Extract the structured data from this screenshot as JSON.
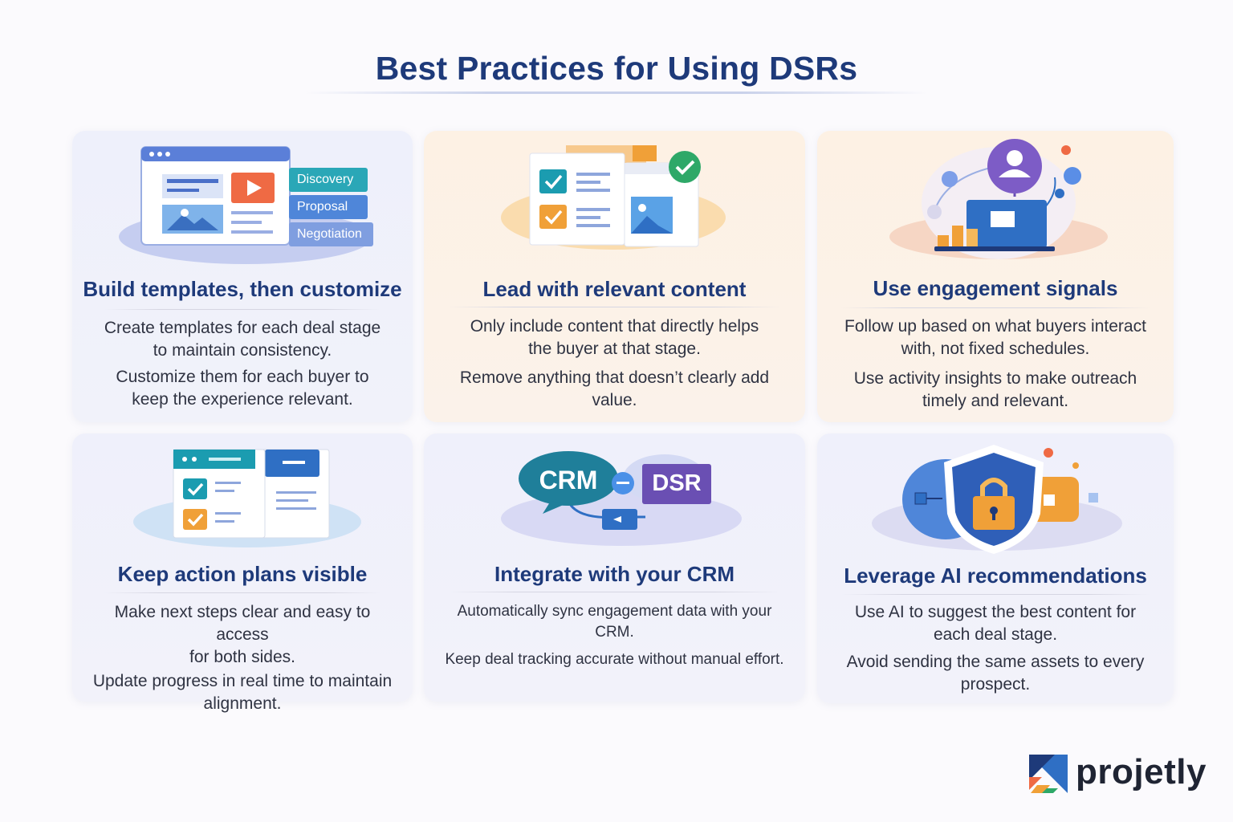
{
  "page": {
    "title": "Best Practices for Using DSRs"
  },
  "cards": [
    {
      "title": "Build templates, then customize",
      "illustration": "stage-template-window-icon",
      "stage_labels": [
        "Discovery",
        "Proposal",
        "Negotiation"
      ],
      "lines": [
        "Create templates for each deal stage",
        "to maintain consistency.",
        "Customize them for each buyer to",
        "keep the experience relevant."
      ]
    },
    {
      "title": "Lead with relevant content",
      "illustration": "checklist-documents-icon",
      "lines": [
        "Only include content that directly helps",
        "the buyer at that stage.",
        "Remove anything that doesn’t clearly add value."
      ]
    },
    {
      "title": "Use engagement signals",
      "illustration": "engagement-network-icon",
      "lines": [
        "Follow up based on what buyers interact",
        "with, not fixed schedules.",
        "Use activity insights to make outreach",
        "timely and relevant."
      ]
    },
    {
      "title": "Keep action plans visible",
      "illustration": "action-plan-checklist-icon",
      "lines": [
        "Make next steps clear and easy to access",
        "for both sides.",
        "Update progress in real time to maintain",
        "alignment."
      ]
    },
    {
      "title": "Integrate with your CRM",
      "illustration": "crm-dsr-sync-icon",
      "badges": [
        "CRM",
        "DSR"
      ],
      "lines": [
        "Automatically sync engagement data with your",
        "CRM.",
        "Keep deal tracking accurate without manual effort."
      ]
    },
    {
      "title": "Leverage AI recommendations",
      "illustration": "shield-lock-icon",
      "lines": [
        "Use AI to suggest the best content for",
        "each deal stage.",
        "Avoid sending the same assets to every",
        "prospect."
      ]
    }
  ],
  "brand": {
    "name": "projetly"
  },
  "colors": {
    "title": "#1e3a7a",
    "teal": "#1b9cb0",
    "orange": "#f0a038",
    "purple": "#6a4fb3",
    "blue": "#2f6fc4"
  }
}
